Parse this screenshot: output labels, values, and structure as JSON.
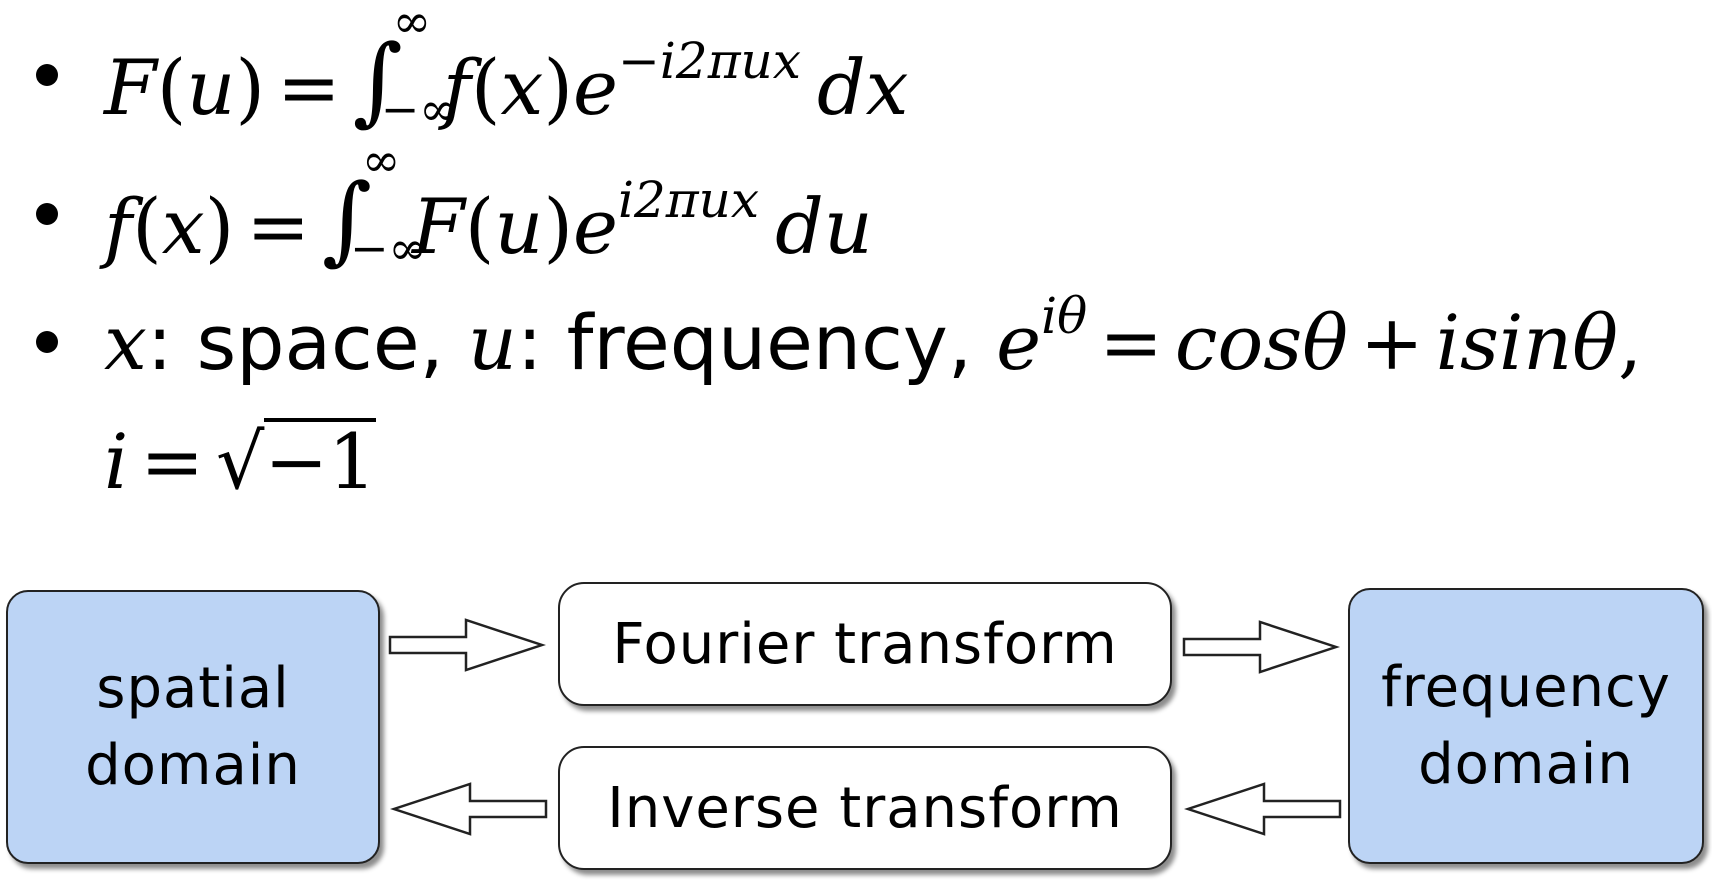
{
  "formulas": {
    "forward": {
      "lhs_fn": "F",
      "lhs_var": "u",
      "equals": "=",
      "int_upper": "∞",
      "int_lower": "−∞",
      "integrand_fn": "f",
      "integrand_var": "x",
      "exp_base": "e",
      "exponent": "−i2πux",
      "differential": "dx"
    },
    "inverse": {
      "lhs_fn": "f",
      "lhs_var": "x",
      "equals": "=",
      "int_upper": "∞",
      "int_lower": "−∞",
      "integrand_fn": "F",
      "integrand_var": "u",
      "exp_base": "e",
      "exponent": "i2πux",
      "differential": "du"
    },
    "notes": {
      "x_var": "x",
      "x_desc": ": space, ",
      "u_var": "u",
      "u_desc": ": frequency, ",
      "euler_base": "e",
      "euler_exp": "iθ",
      "euler_equals": "=",
      "euler_rhs_1": "cosθ",
      "plus": "+",
      "euler_rhs_2": "isinθ",
      "comma": ",",
      "i_var": "i",
      "i_equals": "=",
      "radical": "√",
      "radicand": "−1"
    }
  },
  "diagram": {
    "spatial_domain_line1": "spatial",
    "spatial_domain_line2": "domain",
    "frequency_domain_line1": "frequency",
    "frequency_domain_line2": "domain",
    "fourier_transform": "Fourier transform",
    "inverse_transform": "Inverse transform",
    "colors": {
      "domain_fill": "#bcd4f5",
      "transform_fill": "#ffffff",
      "outline": "#222222"
    }
  }
}
